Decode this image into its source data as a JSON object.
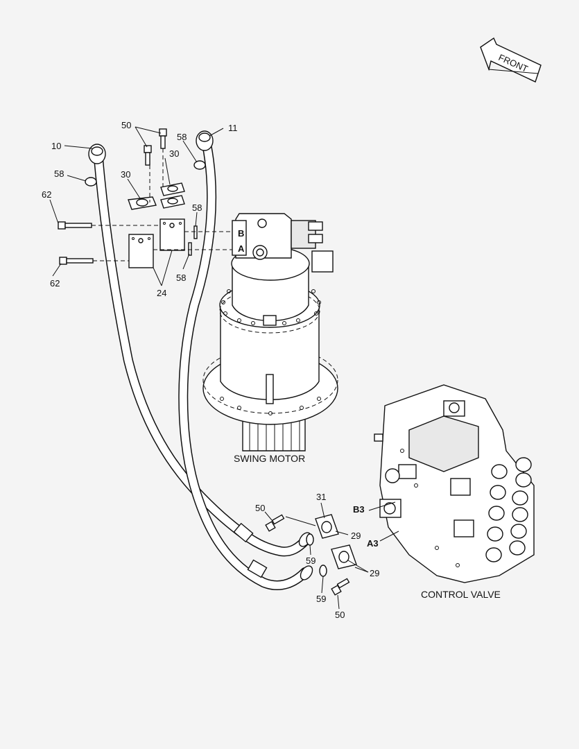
{
  "front_label": "FRONT",
  "captions": {
    "swing_motor": "SWING MOTOR",
    "control_valve": "CONTROL VALVE"
  },
  "port_labels": {
    "motor_b": "B",
    "motor_a": "A",
    "valve_b3": "B3",
    "valve_a3": "A3"
  },
  "callouts": {
    "c10": "10",
    "c11": "11",
    "c50_top": "50",
    "c58_top_right": "58",
    "c58_left": "58",
    "c30_right": "30",
    "c30_left": "30",
    "c62_top": "62",
    "c58_mid_upper": "58",
    "c58_mid_lower": "58",
    "c62_bottom": "62",
    "c24": "24",
    "c31": "31",
    "c50_valve_upper": "50",
    "c29_upper": "29",
    "c59_upper": "59",
    "c29_lower": "29",
    "c59_lower": "59",
    "c50_valve_lower": "50"
  }
}
